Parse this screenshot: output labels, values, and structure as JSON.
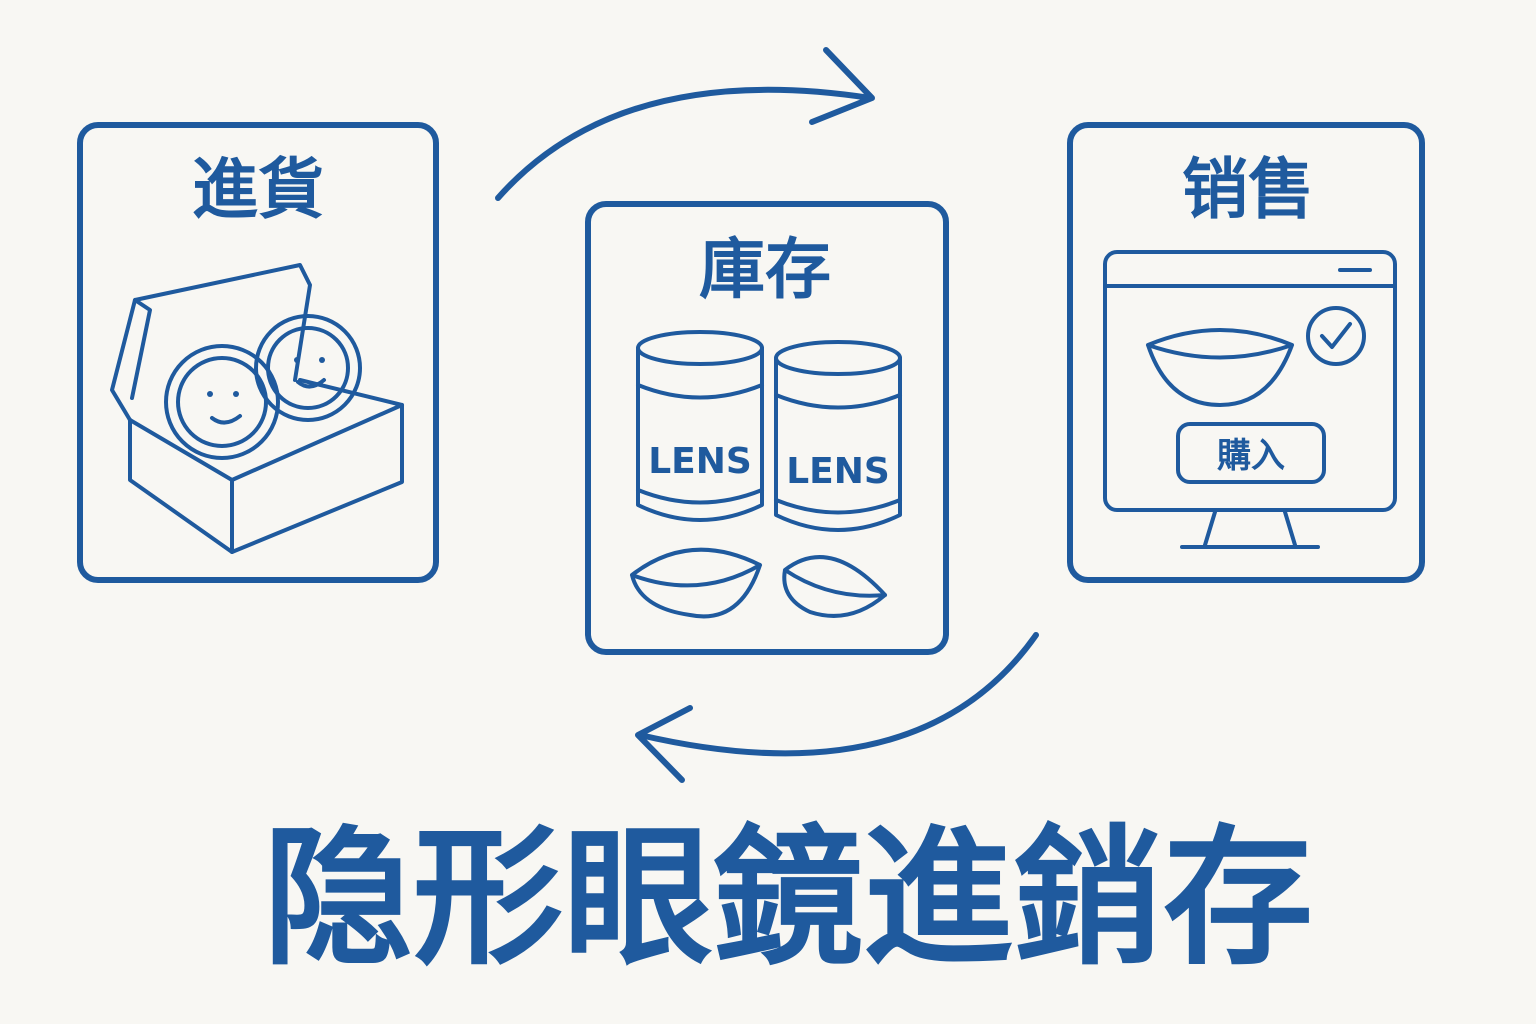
{
  "stages": [
    {
      "label": "進貨",
      "icon": "box-with-lenses-icon"
    },
    {
      "label": "庫存",
      "icon": "lens-jars-icon"
    },
    {
      "label": "销售",
      "icon": "online-store-monitor-icon"
    }
  ],
  "jar_label": "LENS",
  "buy_button_label": "購入",
  "title": "隐形眼鏡進銷存",
  "colors": {
    "primary": "#1f5a9e",
    "background": "#f8f7f3"
  }
}
